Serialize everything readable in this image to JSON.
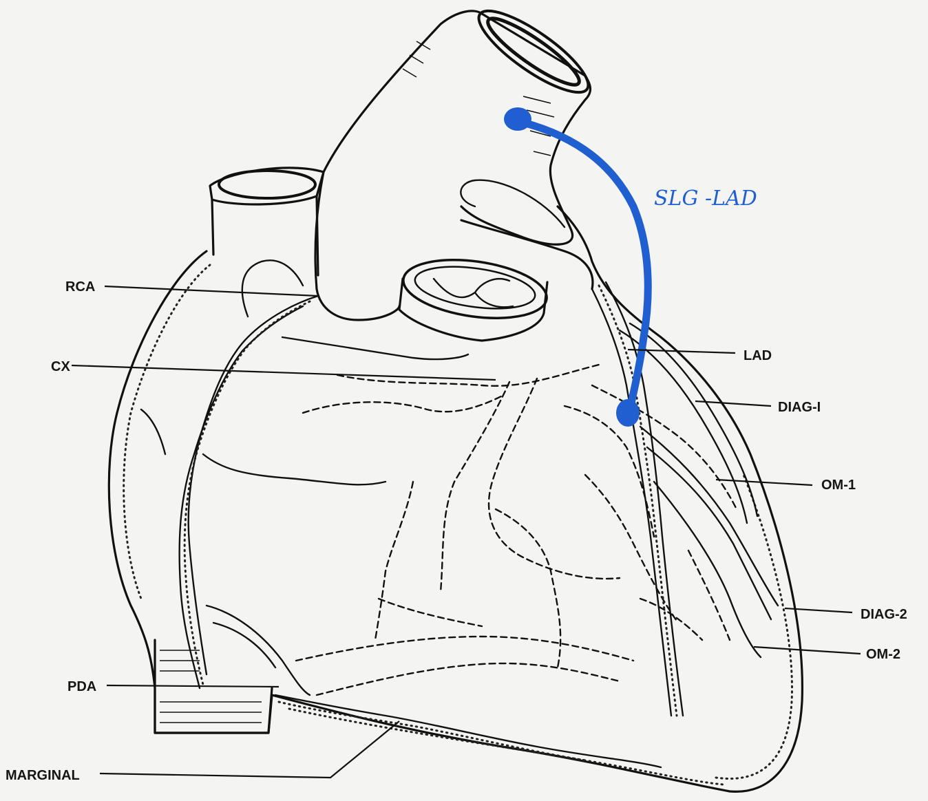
{
  "labels": {
    "rca": "RCA",
    "cx": "CX",
    "pda": "PDA",
    "marginal": "MARGINAL",
    "lad": "LAD",
    "diag1": "DIAG-I",
    "om1": "OM-1",
    "diag2": "DIAG-2",
    "om2": "OM-2"
  },
  "annotation": {
    "text": "SLG -LAD",
    "color": "#1f5fd0"
  },
  "colors": {
    "ink": "#111111",
    "paper": "#f4f4f2",
    "graft": "#1f5fd0"
  }
}
